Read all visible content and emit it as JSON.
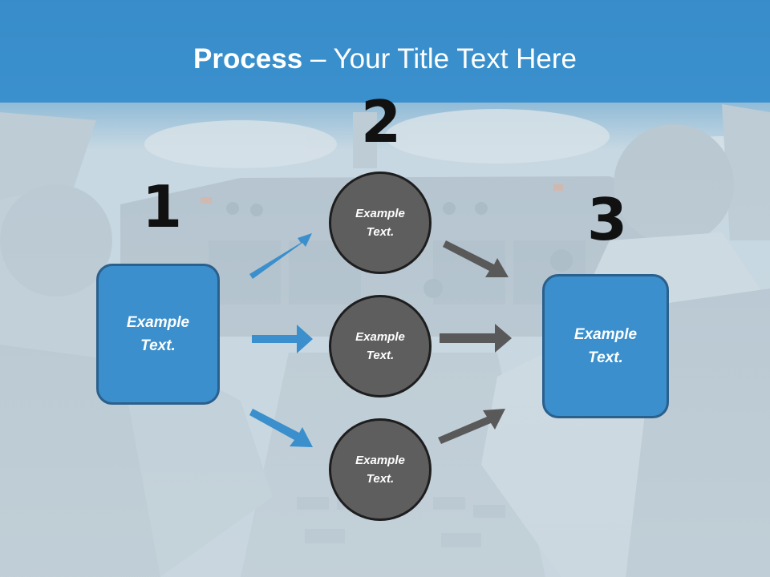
{
  "slide": {
    "title_bold": "Process",
    "title_rest": " – Your Title Text Here",
    "background": "airplane-cockpit-photo"
  },
  "steps": {
    "one": {
      "number": "1",
      "box": {
        "line1": "Example",
        "line2": "Text."
      }
    },
    "two": {
      "number": "2",
      "circles": [
        {
          "line1": "Example",
          "line2": "Text."
        },
        {
          "line1": "Example",
          "line2": "Text."
        },
        {
          "line1": "Example",
          "line2": "Text."
        }
      ]
    },
    "three": {
      "number": "3",
      "box": {
        "line1": "Example",
        "line2": "Text."
      }
    }
  },
  "colors": {
    "header": "#3a8fcc",
    "box_fill": "#3a8fcc",
    "box_border": "#2b5f8c",
    "circle_fill": "#5e5e5e",
    "circle_border": "#1e1e1e",
    "blue_arrow": "#3a8fcc",
    "gray_arrow": "#595959"
  }
}
